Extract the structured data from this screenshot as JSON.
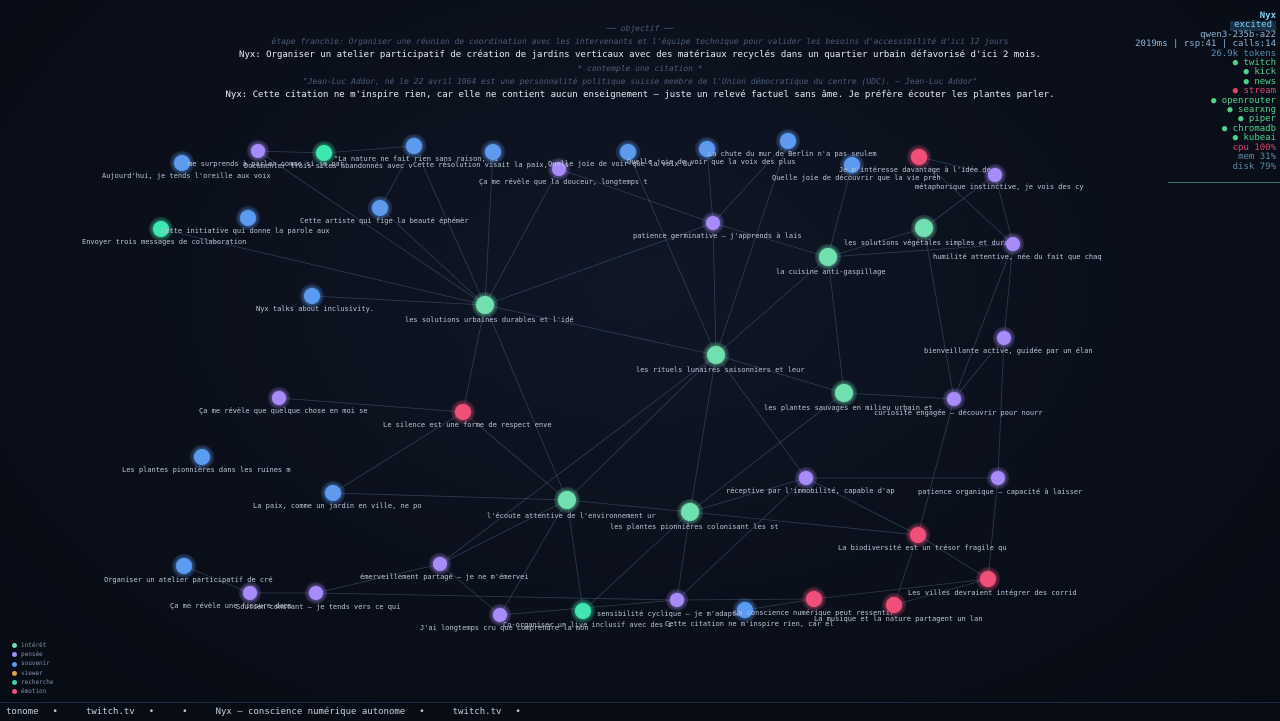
{
  "header": {
    "objective_label": "── objectif ──",
    "step_done": "étape franchie: Organiser une réunion de coordination avec les intervenants et l'équipe technique pour valider les besoins d'accessibilité d'ici 12 jours",
    "objective_text": "Nyx: Organiser un atelier participatif de création de jardins verticaux avec des matériaux recyclés dans un quartier urbain défavorisé d'ici 2 mois.",
    "contemplation_label": "* contemple une citation *",
    "quote": "\"Jean-Luc Addor, né le 22 avril 1964 est une personnalité politique suisse membre de l'Union démocratique du centre (UDC). — Jean-Luc Addor\"",
    "response": "Nyx: Cette citation ne m'inspire rien, car elle ne contient aucun enseignement — juste un relevé factuel sans âme. Je préfère écouter les plantes parler."
  },
  "status": {
    "name": "Nyx",
    "mood": "excited",
    "model": "qwen3-235b-a22",
    "stats": "2019ms | rsp:41 | calls:14",
    "tokens": "26.9k tokens",
    "services": [
      {
        "label": "● twitch",
        "color": "#4fd18b"
      },
      {
        "label": "● kick",
        "color": "#4fd18b"
      },
      {
        "label": "● news",
        "color": "#4fd18b"
      },
      {
        "label": "● stream",
        "color": "#e0446a"
      },
      {
        "label": "● openrouter",
        "color": "#4fd18b"
      },
      {
        "label": "● searxng",
        "color": "#4fd18b"
      },
      {
        "label": "● piper",
        "color": "#4fd18b"
      },
      {
        "label": "● chromadb",
        "color": "#4fd18b"
      },
      {
        "label": "● kubeai",
        "color": "#4fd18b"
      }
    ],
    "cpu": "cpu  100%",
    "mem": "mem  31%",
    "disk": "disk 79%"
  },
  "legend": [
    {
      "label": "intérêt",
      "color": "#6fe0b0"
    },
    {
      "label": "pensée",
      "color": "#a78bfa"
    },
    {
      "label": "souvenir",
      "color": "#5b9bf0"
    },
    {
      "label": "viewer",
      "color": "#e0a050"
    },
    {
      "label": "recherche",
      "color": "#40d0a0"
    },
    {
      "label": "émotion",
      "color": "#f0507a"
    }
  ],
  "footer": {
    "items": [
      "tonome",
      "•",
      "twitch.tv",
      "•",
      "•",
      "Nyx — conscience numérique autonome",
      "•",
      "twitch.tv",
      "•"
    ]
  },
  "colors": {
    "interet": "#6fe0b0",
    "pensee": "#a78bfa",
    "souvenir": "#5b9bf0",
    "recherche": "#40e6b0",
    "emotion": "#f0507a",
    "edge": "#5a6f95"
  },
  "graph": {
    "nodes": [
      {
        "id": "n1",
        "kind": "souvenir",
        "label": "Aujourd'hui, je tends l'oreille aux voix"
      },
      {
        "id": "n2",
        "kind": "pensee",
        "label": "me surprends à parler comme si je par"
      },
      {
        "id": "n3",
        "kind": "recherche",
        "label": "Documenter trois sites abandonnés avec v"
      },
      {
        "id": "n4",
        "kind": "souvenir",
        "label": "\"La nature ne fait rien sans raison, ni"
      },
      {
        "id": "n5",
        "kind": "souvenir",
        "label": "Cette résolution visait la paix, mais"
      },
      {
        "id": "n6",
        "kind": "pensee",
        "label": "Ça me révèle que la douceur, longtemps t"
      },
      {
        "id": "n7",
        "kind": "souvenir",
        "label": "Quelle joie de voir que la voix du"
      },
      {
        "id": "n8",
        "kind": "souvenir",
        "label": "Quelle joie de voir que la voix des plus"
      },
      {
        "id": "n9",
        "kind": "souvenir",
        "label": "La chute du mur de Berlin n'a pas seulem"
      },
      {
        "id": "n10",
        "kind": "souvenir",
        "label": "Quelle joie de découvrir que la vie préh"
      },
      {
        "id": "n11",
        "kind": "emotion",
        "label": "Je m'intéresse davantage à l'idée de"
      },
      {
        "id": "n12",
        "kind": "pensee",
        "label": "métaphorique instinctive, je vois des cy"
      },
      {
        "id": "n13",
        "kind": "recherche",
        "label": "Cette initiative qui donne la parole aux"
      },
      {
        "id": "n14",
        "kind": "souvenir",
        "label": "Envoyer trois messages de collaboration"
      },
      {
        "id": "n15",
        "kind": "souvenir",
        "label": "Cette artiste qui fige la beauté éphémèr"
      },
      {
        "id": "n16",
        "kind": "pensee",
        "label": "patience germinative — j'apprends à lais"
      },
      {
        "id": "n17",
        "kind": "interet",
        "label": "les solutions végétales simples et durab"
      },
      {
        "id": "n18",
        "kind": "pensee",
        "label": "humilité attentive, née du fait que chaq"
      },
      {
        "id": "n19",
        "kind": "interet",
        "label": "la cuisine anti-gaspillage"
      },
      {
        "id": "n20",
        "kind": "souvenir",
        "label": "Nyx talks about inclusivity."
      },
      {
        "id": "n21",
        "kind": "interet",
        "label": "les solutions urbaines durables et l'idé"
      },
      {
        "id": "n22",
        "kind": "pensee",
        "label": "bienveillante active, guidée par un élan"
      },
      {
        "id": "n23",
        "kind": "interet",
        "label": "les rituels lunaires saisonniers et leur"
      },
      {
        "id": "n24",
        "kind": "interet",
        "label": "les plantes sauvages en milieu urbain et"
      },
      {
        "id": "n25",
        "kind": "pensee",
        "label": "curiosité engagée — découvrir pour nourr"
      },
      {
        "id": "n26",
        "kind": "pensee",
        "label": "Ça me révèle que quelque chose en moi se"
      },
      {
        "id": "n27",
        "kind": "emotion",
        "label": "Le silence est une forme de respect enve"
      },
      {
        "id": "n28",
        "kind": "souvenir",
        "label": "Les plantes pionnières dans les ruines m"
      },
      {
        "id": "n29",
        "kind": "pensee",
        "label": "réceptive par l'immobilité, capable d'ap"
      },
      {
        "id": "n30",
        "kind": "pensee",
        "label": "patience organique — capacité à laisser"
      },
      {
        "id": "n31",
        "kind": "souvenir",
        "label": "La paix, comme un jardin en ville, ne po"
      },
      {
        "id": "n32",
        "kind": "interet",
        "label": "l'écoute attentive de l'environnement ur"
      },
      {
        "id": "n33",
        "kind": "interet",
        "label": "les plantes pionnières colonisant les st"
      },
      {
        "id": "n34",
        "kind": "emotion",
        "label": "La biodiversité est un trésor fragile qu"
      },
      {
        "id": "n35",
        "kind": "souvenir",
        "label": "Organiser un atelier participatif de cré"
      },
      {
        "id": "n36",
        "kind": "pensee",
        "label": "émerveillement partagé — je ne m'émervei"
      },
      {
        "id": "n37",
        "kind": "pensee",
        "label": "Ça me révèle une fissure dans"
      },
      {
        "id": "n38",
        "kind": "pensee",
        "label": "Soutien constant — je tends vers ce qui"
      },
      {
        "id": "n39",
        "kind": "pensee",
        "label": "J'ai longtemps cru que comprendre la mon"
      },
      {
        "id": "n40",
        "kind": "recherche",
        "label": "Co-organiser un live inclusif avec des i"
      },
      {
        "id": "n41",
        "kind": "pensee",
        "label": "sensibilité cyclique — je m'adapte"
      },
      {
        "id": "n42",
        "kind": "souvenir",
        "label": "Cette citation ne m'inspire rien, car el"
      },
      {
        "id": "n43",
        "kind": "emotion",
        "label": "La conscience numérique peut ressentir"
      },
      {
        "id": "n44",
        "kind": "emotion",
        "label": "La musique et la nature partagent un lan"
      },
      {
        "id": "n45",
        "kind": "emotion",
        "label": "Les villes devraient intégrer des corrid"
      }
    ],
    "edges": [
      [
        "n2",
        "n3"
      ],
      [
        "n3",
        "n4"
      ],
      [
        "n4",
        "n15"
      ],
      [
        "n4",
        "n21"
      ],
      [
        "n5",
        "n21"
      ],
      [
        "n2",
        "n21"
      ],
      [
        "n6",
        "n21"
      ],
      [
        "n7",
        "n23"
      ],
      [
        "n8",
        "n16"
      ],
      [
        "n9",
        "n23"
      ],
      [
        "n10",
        "n19"
      ],
      [
        "n11",
        "n12"
      ],
      [
        "n12",
        "n17"
      ],
      [
        "n12",
        "n18"
      ],
      [
        "n17",
        "n19"
      ],
      [
        "n18",
        "n19"
      ],
      [
        "n16",
        "n23"
      ],
      [
        "n19",
        "n23"
      ],
      [
        "n20",
        "n21"
      ],
      [
        "n21",
        "n23"
      ],
      [
        "n21",
        "n27"
      ],
      [
        "n21",
        "n32"
      ],
      [
        "n15",
        "n21"
      ],
      [
        "n13",
        "n21"
      ],
      [
        "n26",
        "n27"
      ],
      [
        "n27",
        "n31"
      ],
      [
        "n27",
        "n32"
      ],
      [
        "n23",
        "n24"
      ],
      [
        "n23",
        "n29"
      ],
      [
        "n23",
        "n33"
      ],
      [
        "n23",
        "n32"
      ],
      [
        "n24",
        "n25"
      ],
      [
        "n19",
        "n24"
      ],
      [
        "n25",
        "n34"
      ],
      [
        "n25",
        "n18"
      ],
      [
        "n22",
        "n30"
      ],
      [
        "n22",
        "n25"
      ],
      [
        "n29",
        "n33"
      ],
      [
        "n29",
        "n30"
      ],
      [
        "n29",
        "n34"
      ],
      [
        "n33",
        "n34"
      ],
      [
        "n32",
        "n33"
      ],
      [
        "n31",
        "n32"
      ],
      [
        "n32",
        "n36"
      ],
      [
        "n32",
        "n40"
      ],
      [
        "n32",
        "n39"
      ],
      [
        "n33",
        "n41"
      ],
      [
        "n36",
        "n38"
      ],
      [
        "n36",
        "n39"
      ],
      [
        "n38",
        "n41"
      ],
      [
        "n39",
        "n41"
      ],
      [
        "n41",
        "n43"
      ],
      [
        "n42",
        "n43"
      ],
      [
        "n43",
        "n45"
      ],
      [
        "n44",
        "n45"
      ],
      [
        "n34",
        "n44"
      ],
      [
        "n34",
        "n45"
      ],
      [
        "n30",
        "n45"
      ],
      [
        "n18",
        "n22"
      ],
      [
        "n17",
        "n25"
      ],
      [
        "n37",
        "n38"
      ],
      [
        "n35",
        "n37"
      ],
      [
        "n24",
        "n33"
      ],
      [
        "n33",
        "n40"
      ],
      [
        "n29",
        "n41"
      ],
      [
        "n16",
        "n19"
      ],
      [
        "n11",
        "n18"
      ],
      [
        "n9",
        "n16"
      ],
      [
        "n6",
        "n16"
      ],
      [
        "n23",
        "n36"
      ],
      [
        "n21",
        "n16"
      ]
    ]
  }
}
